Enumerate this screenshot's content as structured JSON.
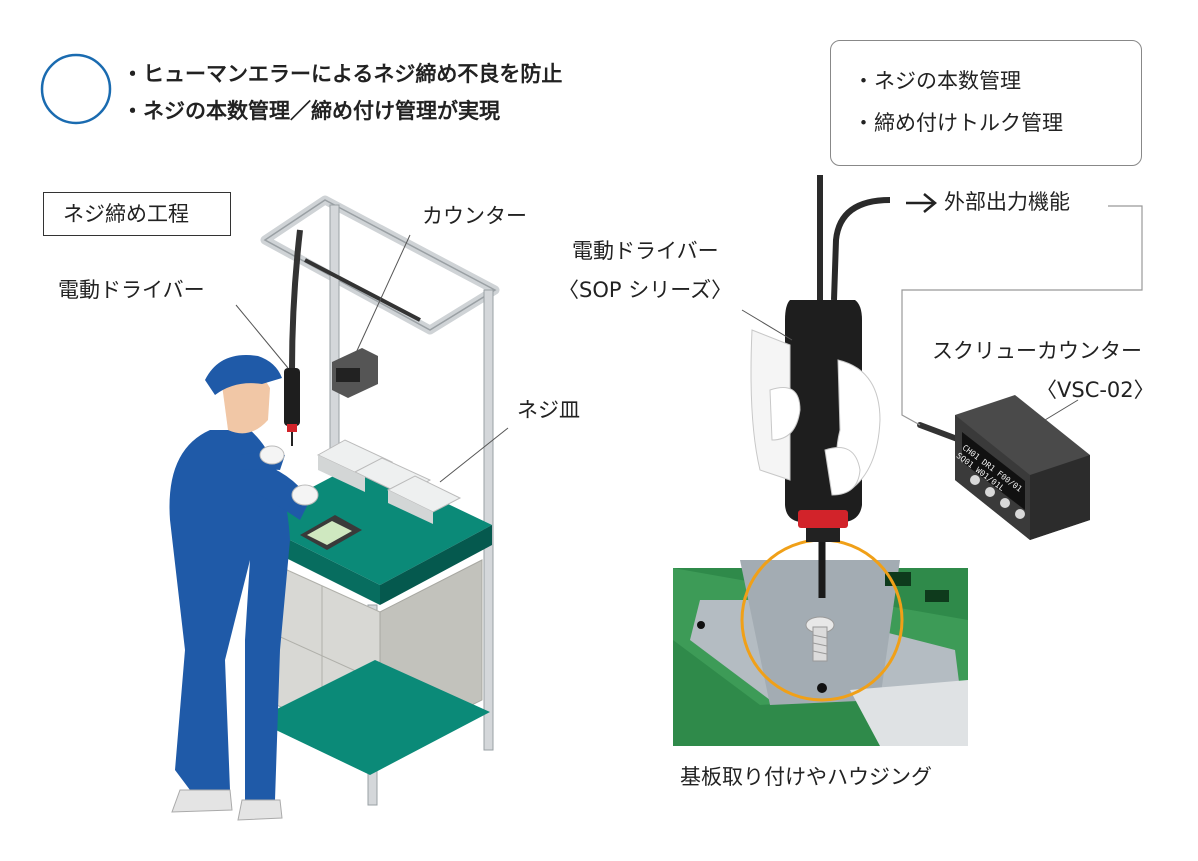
{
  "summary": {
    "point_1": "・ヒューマンエラーによるネジ締め不良を防止",
    "point_2": "・ネジの本数管理／締め付け管理が実現"
  },
  "left_scene": {
    "process_label": "ネジ締め工程",
    "driver_label": "電動ドライバー",
    "counter_label": "カウンター",
    "screw_tray_label": "ネジ皿"
  },
  "right_scene": {
    "features": [
      "・ネジの本数管理",
      "・締め付けトルク管理"
    ],
    "external_output": "外部出力機能",
    "driver_label_line1": "電動ドライバー",
    "driver_label_line2": "〈SOP シリーズ〉",
    "counter_label_line1": "スクリューカウンター",
    "counter_label_line2": "〈VSC-02〉",
    "display_lines": [
      "CH01 DR1 F00/01",
      "SQ01      W01/01L"
    ],
    "caption": "基板取り付けやハウジング"
  },
  "colors": {
    "accent_blue": "#1a6bb0",
    "worker_blue": "#1f5aa8",
    "desk_green": "#0b8a78",
    "highlight_orange": "#f0a018",
    "line_gray": "#888888"
  }
}
